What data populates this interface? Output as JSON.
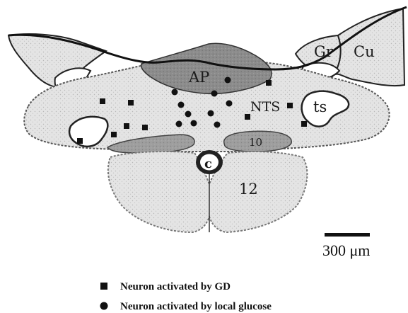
{
  "figure": {
    "labels": {
      "gr": "Gr",
      "cu": "Cu",
      "ap": "AP",
      "nts": "NTS",
      "ts": "ts",
      "ten": "10",
      "c": "c",
      "twelve": "12"
    },
    "scale_bar": {
      "label": "300 μm"
    },
    "colors": {
      "outline": "#222222",
      "tissue": "#e3e3e3",
      "ap_fill": "#8a8a8a",
      "dmnx_fill": "#9c9c9c",
      "marker": "#111111"
    }
  },
  "legend": {
    "items": [
      {
        "marker": "square",
        "label": "Neuron activated by GD"
      },
      {
        "marker": "circle",
        "label": "Neuron activated by local glucose"
      }
    ]
  }
}
